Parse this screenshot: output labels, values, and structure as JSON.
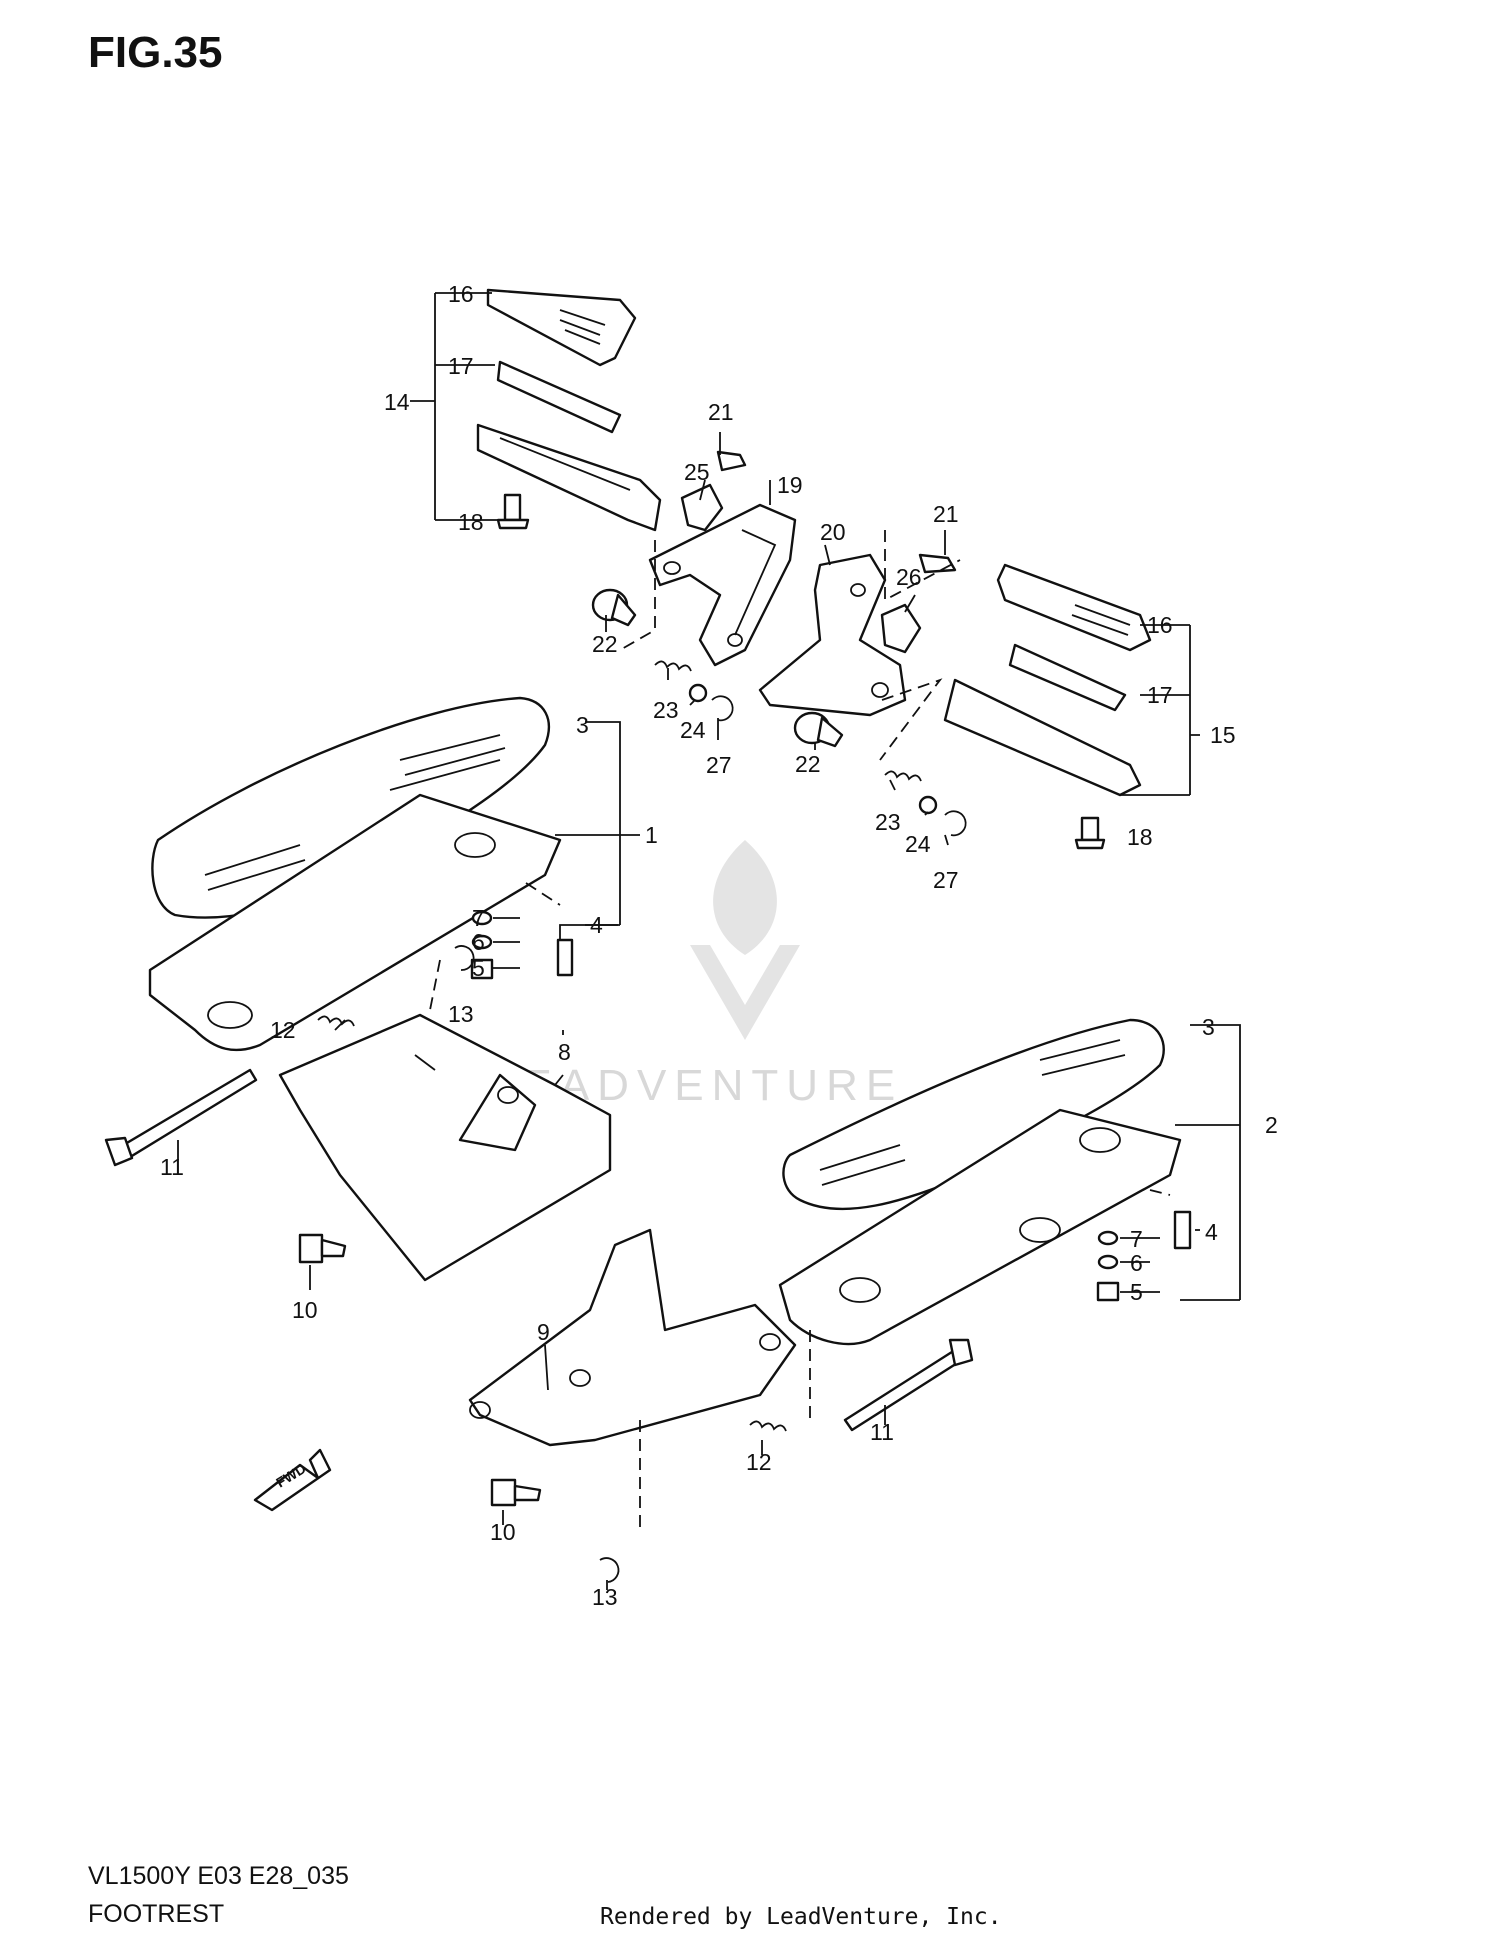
{
  "header": {
    "figure": "FIG.35"
  },
  "footer": {
    "model": "VL1500Y E03 E28_035",
    "section": "FOOTREST",
    "credit": "Rendered by LeadVenture, Inc."
  },
  "watermark": {
    "text": "LEADVENTURE"
  },
  "direction_marker": {
    "text": "FWD"
  },
  "callouts": [
    {
      "id": "c16a",
      "text": "16"
    },
    {
      "id": "c17a",
      "text": "17"
    },
    {
      "id": "c14",
      "text": "14"
    },
    {
      "id": "c18a",
      "text": "18"
    },
    {
      "id": "c21a",
      "text": "21"
    },
    {
      "id": "c25",
      "text": "25"
    },
    {
      "id": "c19",
      "text": "19"
    },
    {
      "id": "c20",
      "text": "20"
    },
    {
      "id": "c21b",
      "text": "21"
    },
    {
      "id": "c26",
      "text": "26"
    },
    {
      "id": "c22a",
      "text": "22"
    },
    {
      "id": "c23a",
      "text": "23"
    },
    {
      "id": "c24a",
      "text": "24"
    },
    {
      "id": "c27a",
      "text": "27"
    },
    {
      "id": "c16b",
      "text": "16"
    },
    {
      "id": "c17b",
      "text": "17"
    },
    {
      "id": "c15",
      "text": "15"
    },
    {
      "id": "c22b",
      "text": "22"
    },
    {
      "id": "c23b",
      "text": "23"
    },
    {
      "id": "c24b",
      "text": "24"
    },
    {
      "id": "c27b",
      "text": "27"
    },
    {
      "id": "c18b",
      "text": "18"
    },
    {
      "id": "c3a",
      "text": "3"
    },
    {
      "id": "c1",
      "text": "1"
    },
    {
      "id": "c7a",
      "text": "7"
    },
    {
      "id": "c6a",
      "text": "6"
    },
    {
      "id": "c4a",
      "text": "4"
    },
    {
      "id": "c5a",
      "text": "5"
    },
    {
      "id": "c13a",
      "text": "13"
    },
    {
      "id": "c12a",
      "text": "12"
    },
    {
      "id": "c8",
      "text": "8"
    },
    {
      "id": "c11a",
      "text": "11"
    },
    {
      "id": "c10a",
      "text": "10"
    },
    {
      "id": "c3b",
      "text": "3"
    },
    {
      "id": "c2",
      "text": "2"
    },
    {
      "id": "c7b",
      "text": "7"
    },
    {
      "id": "c4b",
      "text": "4"
    },
    {
      "id": "c6b",
      "text": "6"
    },
    {
      "id": "c5b",
      "text": "5"
    },
    {
      "id": "c9",
      "text": "9"
    },
    {
      "id": "c11b",
      "text": "11"
    },
    {
      "id": "c12b",
      "text": "12"
    },
    {
      "id": "c10b",
      "text": "10"
    },
    {
      "id": "c13b",
      "text": "13"
    }
  ]
}
